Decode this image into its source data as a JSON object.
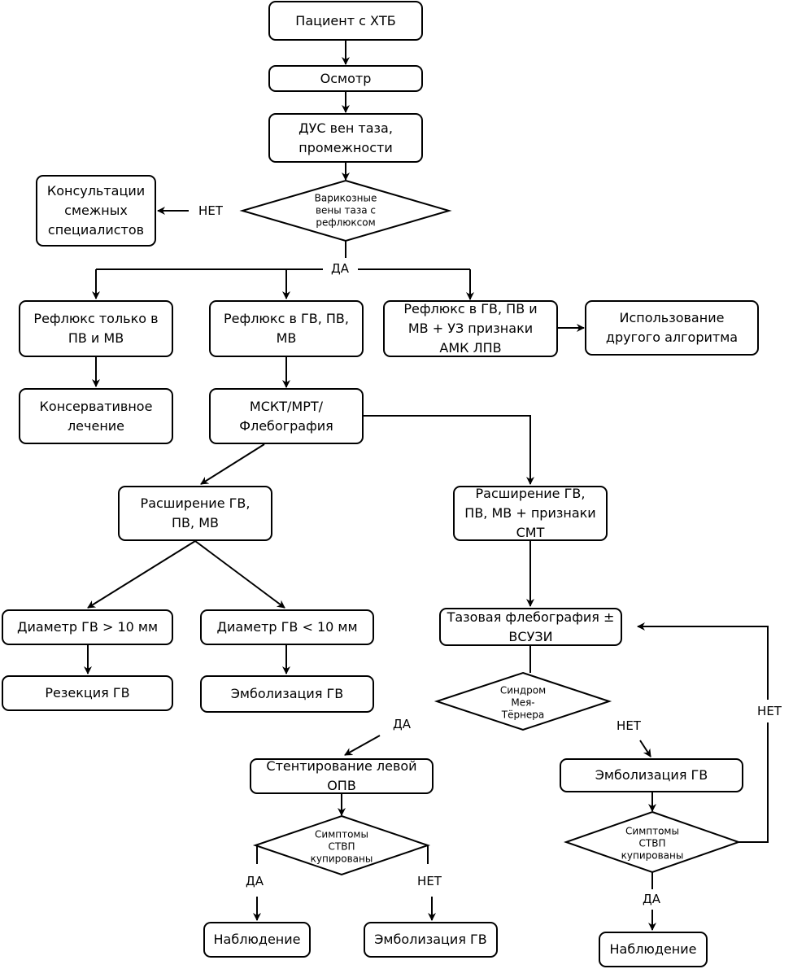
{
  "nodes": {
    "patient": "Пациент с ХТБ",
    "exam": "Осмотр",
    "dus": "ДУС вен таза,\nпромежности",
    "consult": "Консультации\nсмежных\nспециалистов",
    "reflux_pv_mv": "Рефлюкс только в\nПВ и МВ",
    "reflux_gv_pv_mv": "Рефлюкс в ГВ, ПВ,\nМВ",
    "reflux_amk": "Рефлюкс в ГВ, ПВ и\nМВ + УЗ признаки\nАМК ЛПВ",
    "other_algorithm": "Использование\nдругого алгоритма",
    "conservative": "Консервативное\nлечение",
    "msct": "МСКТ/МРТ/\nФлебография",
    "dilation": "Расширение ГВ,\nПВ, МВ",
    "dilation_smt": "Расширение ГВ,\nПВ, МВ + признаки\nСМТ",
    "diam_gt": "Диаметр ГВ > 10 мм",
    "diam_lt": "Диаметр ГВ < 10 мм",
    "resection": "Резекция ГВ",
    "embol_1": "Эмболизация ГВ",
    "pelvic_phlebo": "Тазовая флебография ±\nВСУЗИ",
    "stenting": "Стентирование левой\nОПВ",
    "embol_2": "Эмболизация ГВ",
    "observation_1": "Наблюдение",
    "embol_3": "Эмболизация ГВ",
    "observation_2": "Наблюдение"
  },
  "decisions": {
    "varicose": "Варикозные\nвены таза с\nрефлюксом",
    "may_thurner": "Синдром\nМея-\nТёрнера",
    "symptoms_1": "Симптомы\nСТВП\nкупированы",
    "symptoms_2": "Симптомы\nСТВП\nкупированы"
  },
  "labels": {
    "no_varicose": "НЕТ",
    "yes_varicose": "ДА",
    "yes_may": "ДА",
    "no_may": "НЕТ",
    "no_loop": "НЕТ",
    "yes_sym1": "ДА",
    "no_sym1": "НЕТ",
    "yes_sym2": "ДА"
  },
  "colors": {
    "stroke": "#000000",
    "background": "#ffffff"
  }
}
